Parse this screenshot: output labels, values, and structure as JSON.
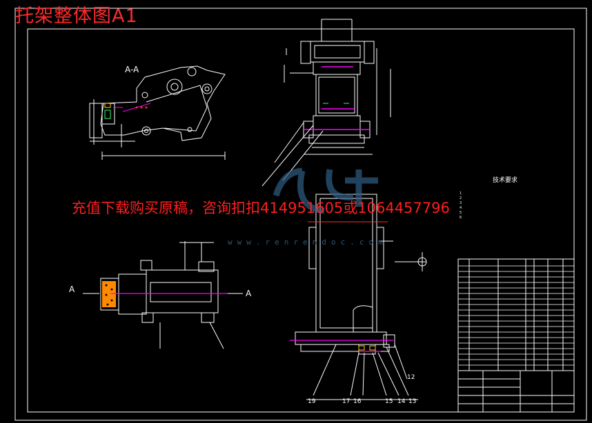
{
  "title": "托架整体图A1",
  "banner": "充值下载购买原稿，咨询扣扣414951605或1064457796",
  "section_labels": {
    "aa_top": "A-A",
    "a_left": "A",
    "a_right": "A"
  },
  "watermark_url": "www.renrendoc.com",
  "tech_requirements": {
    "heading": "技术要求",
    "items": [
      "1",
      "2",
      "3",
      "4",
      "5",
      "6"
    ]
  },
  "balloons": [
    "12",
    "13",
    "14",
    "15",
    "16",
    "17",
    "19"
  ],
  "colors": {
    "background": "#000000",
    "lines": "#ffffff",
    "title_red": "#ff2a2a",
    "accent_magenta": "#ff00ff",
    "center_red": "#ff3030",
    "watermark_blue": "#3b6f96"
  }
}
